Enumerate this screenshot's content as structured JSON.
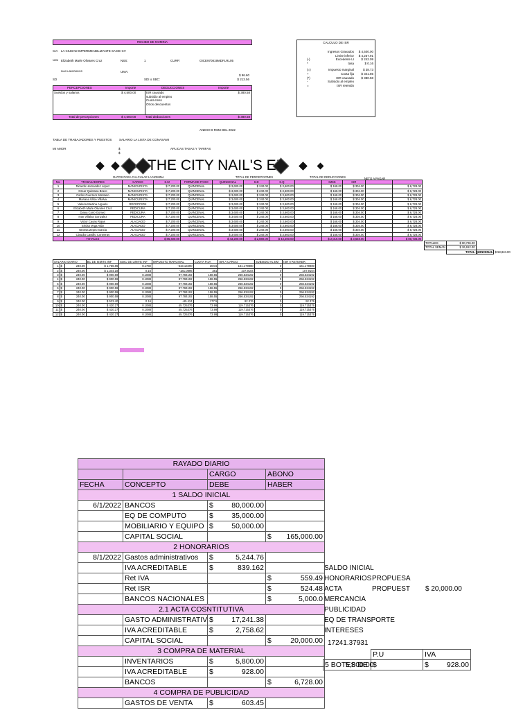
{
  "recibo": {
    "title": "RECIBO DE NOMINA",
    "empresa_label": "CIA",
    "empresa": "LA CIUDAD IMPERMEABILIZANTE SA DE CV",
    "nom_label": "NOM",
    "nombre": "Elizabeth Marle Olivares Cruz",
    "nss_label": "NSS:",
    "nss": "1",
    "curp_label": "CURP:",
    "curp": "OICE970819MDFLRL05",
    "depto": "DIAS LABORADOS",
    "uma_label": "UMA:",
    "uma_val": "$ 96.60",
    "sd_label": "SD",
    "sdi_label": "SDI o SBC:",
    "sdi_val": "$ 213.56",
    "percepciones_h": "PERCEPCIONES",
    "importe_h": "Importe",
    "deducciones_h": "DEDUCCIONES",
    "importe2_h": "Importe",
    "perc_row": "Sueldos y salarios",
    "perc_val": "$ 4,500.00",
    "ded_items": [
      "ISR causado",
      "subsidio al empleo",
      "Cuota Imss",
      "Otros descuentos"
    ],
    "ded_val": "$ 380.58",
    "total_perc_label": "Total de percepciones",
    "total_perc": "$ 4,500.00",
    "total_ded_label": "Total deducciones",
    "total_ded": "$ 380.58"
  },
  "calculo": {
    "title": "CALCULO DE ISR",
    "rows": [
      {
        "sym": "",
        "label": "Ingresos Gravados",
        "val": "$ 4,500.00"
      },
      {
        "sym": "",
        "label": "Limite inferior",
        "val": "$ 4,257.91"
      },
      {
        "sym": "(-)",
        "label": "Excedente LI",
        "val": "$ 242.09"
      },
      {
        "sym": "*",
        "label": "tasa",
        "val": "$ 0.16"
      },
      {
        "sym": "(=)",
        "label": "Impuesto marginal",
        "val": "$ 38.73"
      },
      {
        "sym": "+",
        "label": "Cuota fija",
        "val": "$ 341.85"
      },
      {
        "sym": "(*)",
        "label": "ISR causado",
        "val": "$ 380.58"
      },
      {
        "sym": "-",
        "label": "Subsidio al empleo",
        "val": ""
      },
      {
        "sym": "=",
        "label": "ISR retenido",
        "val": ""
      }
    ]
  },
  "mid": {
    "anexo": "ANEXO 8 RSM DEL 2022",
    "tabla": "TABLA DE TRABAJADORES Y PUESTOS",
    "salario": "SALARIO LA LISTA DE CONASAMI",
    "mi_amor": "MI AMOR",
    "aplicas": "APLICAS TASAS Y TARIFAS",
    "banner": "THE CITY NAIL'S EL"
  },
  "nomina": {
    "group_left": "DATOS PARA CALCULAR LA NOMINA",
    "group_perc": "TOTAL DE PERCEPCIONES",
    "group_ded": "TOTAL DE DEDUCCIONES",
    "neto_h": "NETO A PAGAR",
    "headers": [
      "No.",
      "TRABAJADORES",
      "CARGO",
      "S.M",
      "FORMA DE PAGO",
      "QUINCENAL",
      "S.D",
      "S.Q",
      "IMSS",
      "ISR"
    ],
    "rows": [
      [
        "1",
        "Ricardo Hernandez Lopez",
        "MANICURISTA",
        "$ 7,200.00",
        "QUINCENAL",
        "$ 3,600.00",
        "$ 240.00",
        "$ 3,600.00",
        "$ 168.00",
        "$ 304.00",
        "$ 6,728.00"
      ],
      [
        "2",
        "Oscar Quintana Bravo",
        "MANICURISTA",
        "$ 7,200.00",
        "QUINCENAL",
        "$ 3,600.00",
        "$ 240.00",
        "$ 3,600.00",
        "$ 168.00",
        "$ 304.00",
        "$ 6,728.00"
      ],
      [
        "3",
        "Carlos Guerrero Montano",
        "MANICURISTA",
        "$ 7,200.00",
        "QUINCENAL",
        "$ 3,600.00",
        "$ 240.00",
        "$ 3,600.00",
        "$ 168.00",
        "$ 304.00",
        "$ 6,728.00"
      ],
      [
        "4",
        "Mariana Ulloa Villalva",
        "MANICURISTA",
        "$ 7,200.00",
        "QUINCENAL",
        "$ 3,600.00",
        "$ 240.00",
        "$ 3,600.00",
        "$ 168.00",
        "$ 304.00",
        "$ 6,728.00"
      ],
      [
        "5",
        "Valeria Medina Arguelo",
        "RECEPCION",
        "$ 7,200.00",
        "QUINCENAL",
        "$ 3,600.00",
        "$ 240.00",
        "$ 3,600.00",
        "$ 168.00",
        "$ 304.00",
        "$ 6,728.00"
      ],
      [
        "6",
        "Elizabeth Marle Olivares Cruz",
        "PEDICURA",
        "$ 7,200.00",
        "QUINCENAL",
        "$ 3,600.00",
        "$ 240.00",
        "$ 3,600.00",
        "$ 168.00",
        "$ 304.00",
        "$ 6,728.00"
      ],
      [
        "7",
        "Diana Corio Gomez",
        "PEDICURA",
        "$ 7,200.00",
        "QUINCENAL",
        "$ 3,600.00",
        "$ 240.00",
        "$ 3,600.00",
        "$ 168.00",
        "$ 304.00",
        "$ 6,728.00"
      ],
      [
        "8",
        "Ivan Villalva Gonzalez",
        "PEDICURA",
        "$ 7,200.00",
        "QUINCENAL",
        "$ 3,600.00",
        "$ 240.00",
        "$ 3,600.00",
        "$ 168.00",
        "$ 304.00",
        "$ 6,728.00"
      ],
      [
        "9",
        "Victor Casas Rojas",
        "ALACIADO",
        "$ 7,200.00",
        "QUINCENAL",
        "$ 3,600.00",
        "$ 240.00",
        "$ 3,600.00",
        "$ 168.00",
        "$ 304.00",
        "$ 6,728.00"
      ],
      [
        "10",
        "Ericka Vega Aldo",
        "ALACIADO",
        "$ 7,200.00",
        "QUINCENAL",
        "$ 3,600.00",
        "$ 240.00",
        "$ 3,600.00",
        "$ 168.00",
        "$ 304.00",
        "$ 6,728.00"
      ],
      [
        "11",
        "Vanesa Zepeo Garcia",
        "ALACIADO",
        "$ 7,200.00",
        "QUINCENAL",
        "$ 3,600.00",
        "$ 240.00",
        "$ 3,600.00",
        "$ 168.00",
        "$ 304.00",
        "$ 6,728.00"
      ],
      [
        "12",
        "Claudia Castillo Contreras",
        "ALACIADO",
        "$ 7,200.00",
        "QUINCENAL",
        "$ 3,600.00",
        "$ 240.00",
        "$ 3,600.00",
        "$ 168.00",
        "$ 304.00",
        "$ 6,728.00"
      ]
    ],
    "totals": [
      "",
      "TOTALES",
      "",
      "$ 86,400.00",
      "",
      "$ 43,200.00",
      "$ 2,880.00",
      "$ 43,200.00",
      "$ 2,016.00",
      "$ 3,648.00",
      "$ 80,736.00"
    ],
    "side_totals": [
      {
        "label": "TOTALES",
        "val": "$ 80,736.00"
      },
      {
        "label": "TOTAL SEMAN",
        "val": "$ 26,912.00"
      },
      {
        "label": "TOTAL QUINCENAL",
        "val": "$ 53,824.00"
      }
    ]
  },
  "tabla2": {
    "headers": [
      "SALARIO DIARIO",
      "BC DE IEMITE INF",
      "EDIC DE LIMITE INF",
      "IMPUESTO MARGINAL",
      "CUOTA FIJA",
      "ISR A CARGO",
      "SUBSIDIO AL EM",
      "ISR A RETENER"
    ],
    "rows": [
      [
        "1",
        "$",
        "240.00",
        "$ 1,756.86",
        "0.1792",
        "-543.13490",
        "304.5",
        "161.179880",
        "0",
        "161.179880"
      ],
      [
        "2",
        "$",
        "240.00",
        "$ 1,344.18",
        "0.16",
        "-181.0896",
        "381",
        "107.9104",
        "0",
        "107.9104"
      ],
      [
        "3",
        "$",
        "240.00",
        "$ 900.59",
        "0.1088",
        "97.784192",
        "158.55",
        "256.534192",
        "0",
        "256.534192"
      ],
      [
        "4",
        "$",
        "240.00",
        "$ 900.59",
        "0.1088",
        "97.784192",
        "158.55",
        "256.534192",
        "0",
        "256.534192"
      ],
      [
        "5",
        "$",
        "240.00",
        "$ 900.59",
        "0.1088",
        "97.784192",
        "158.55",
        "256.534192",
        "0",
        "256.534192"
      ],
      [
        "6",
        "$",
        "240.00",
        "$ 900.59",
        "0.1088",
        "97.784192",
        "158.55",
        "256.534192",
        "0",
        "256.534192"
      ],
      [
        "7",
        "$",
        "240.00",
        "$ 900.59",
        "0.1088",
        "97.784192",
        "158.55",
        "256.534192",
        "0",
        "256.534192"
      ],
      [
        "8",
        "$",
        "240.00",
        "$ 900.59",
        "0.1088",
        "97.784192",
        "158.55",
        "256.534192",
        "0",
        "256.534192"
      ],
      [
        "9",
        "$",
        "240.00",
        "$ 533.40",
        "0.16",
        "-85.424",
        "177.5",
        "92.376",
        "0",
        "92.376"
      ],
      [
        "10",
        "$",
        "240.00",
        "$ 420.27",
        "0.1088",
        "45.725376",
        "73.99",
        "119.715376",
        "0",
        "119.715376"
      ],
      [
        "11",
        "$",
        "240.00",
        "$ 420.27",
        "0.1088",
        "45.725376",
        "73.99",
        "119.715376",
        "0",
        "119.715376"
      ],
      [
        "12",
        "$",
        "240.00",
        "$ 420.27",
        "0.1088",
        "45.725376",
        "73.99",
        "119.715376",
        "0",
        "119.715376"
      ]
    ]
  },
  "rayado": {
    "title": "RAYADO DIARIO",
    "cargo": "CARGO",
    "abono": "ABONO",
    "fecha": "FECHA",
    "concepto": "CONCEPTO",
    "debe": "DEBE",
    "haber": "HABER",
    "rows": [
      {
        "type": "section",
        "text": "1 SALDO INICIAL"
      },
      {
        "fecha": "6/1/2022",
        "concepto": "BANCOS",
        "debe": "80,000.00",
        "haber": ""
      },
      {
        "fecha": "",
        "concepto": "EQ DE COMPUTO",
        "debe": "35,000.00",
        "haber": ""
      },
      {
        "fecha": "",
        "concepto": "MOBILIARIO Y EQUIPO",
        "debe": "50,000.00",
        "haber": ""
      },
      {
        "fecha": "",
        "concepto": "CAPITAL SOCIAL",
        "debe": "",
        "haber": "165,000.00"
      },
      {
        "type": "section",
        "text": "2 HONORARIOS"
      },
      {
        "fecha": "8/1/2022",
        "concepto": "Gastos administrativos",
        "debe": "5,244.76",
        "haber": ""
      },
      {
        "fecha": "",
        "concepto": "IVA ACREDITABLE",
        "debe": "839.162",
        "haber": ""
      },
      {
        "fecha": "",
        "concepto": "Ret IVA",
        "debe": "",
        "haber": "559.49"
      },
      {
        "fecha": "",
        "concepto": "Ret ISR",
        "debe": "",
        "haber": "524.48"
      },
      {
        "fecha": "",
        "concepto": "BANCOS NACIONALES",
        "debe": "",
        "haber": "5,000.0"
      },
      {
        "type": "section",
        "text": "2.1 ACTA COSNTITUTIVA"
      },
      {
        "fecha": "",
        "concepto": "GASTO ADMINISTRATIVO",
        "debe": "17,241.38",
        "haber": ""
      },
      {
        "fecha": "",
        "concepto": "IVA ACREDITABLE",
        "debe": "2,758.62",
        "haber": ""
      },
      {
        "fecha": "",
        "concepto": "CAPITAL SOCIAL",
        "debe": "",
        "haber": "20,000.00"
      },
      {
        "type": "section",
        "text": "3 COMPRA DE MATERIAL"
      },
      {
        "fecha": "",
        "concepto": "INVENTARIOS",
        "debe": "5,800.00",
        "haber": ""
      },
      {
        "fecha": "",
        "concepto": "IVA ACREDITABLE",
        "debe": "928.00",
        "haber": ""
      },
      {
        "fecha": "",
        "concepto": "BANCOS",
        "debe": "",
        "haber": "6,728.00"
      },
      {
        "type": "section",
        "text": "4 COMPRA DE PUBLICIDAD"
      },
      {
        "fecha": "",
        "concepto": "GASTOS DE VENTA",
        "debe": "603.45",
        "haber": ""
      }
    ],
    "side_list": [
      "SALDO INICIAL",
      "HONORARIOS",
      "ACTA",
      "MERCANCIA",
      "PUBLICIDAD",
      "EQ DE TRANSPORTE",
      "INTERESES"
    ],
    "propuesa": "PROPUESA",
    "propuest": "PROPUEST",
    "propuest_val": "$ 20,000.00",
    "side_number": "17241.37931",
    "pu_h": "P.U",
    "iva_h": "IVA",
    "botes": "5 BOTES DE I",
    "botes_pu": "5,800.00",
    "botes_iva": "928.00"
  }
}
